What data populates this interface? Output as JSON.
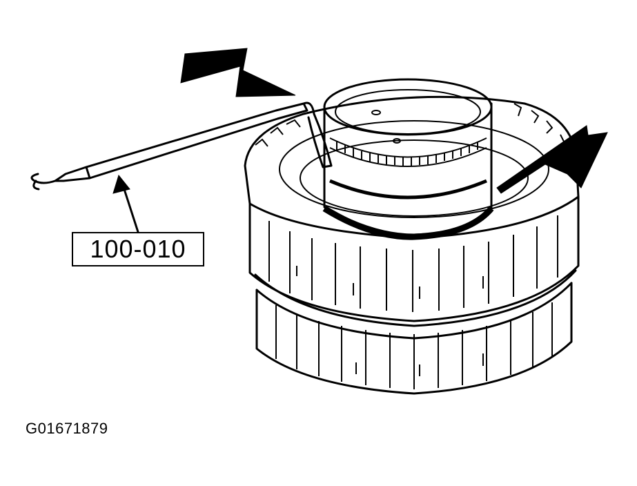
{
  "callout": {
    "tool_number": "100-010"
  },
  "figure": {
    "id": "G01671879"
  },
  "icons": {
    "hook-tool": "hook-tool-icon",
    "clutch-drum": "clutch-drum-assembly",
    "seal-ring": "seal-ring"
  },
  "colors": {
    "line": "#000000",
    "background": "#ffffff"
  }
}
